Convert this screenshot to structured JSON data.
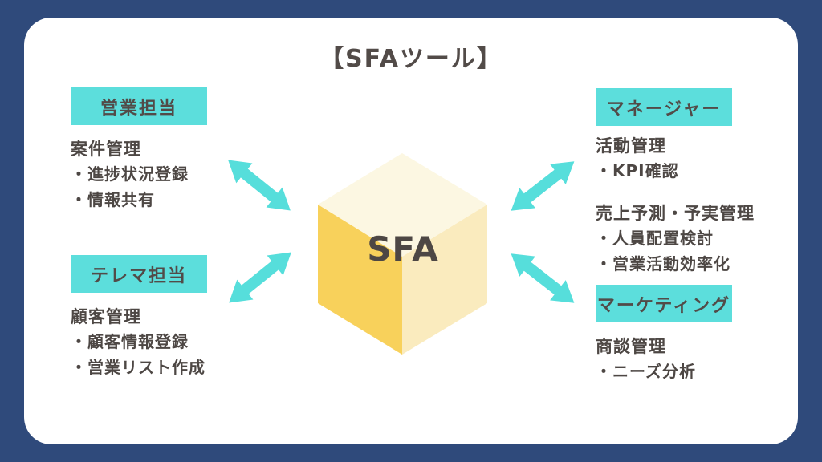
{
  "title": "【SFAツール】",
  "center": {
    "label": "SFA"
  },
  "colors": {
    "background_navy": "#2F4A7B",
    "panel_white": "#FFFFFF",
    "accent_teal": "#5CDEDC",
    "text_dark": "#4D4744",
    "cube_top": "#FCF7E2",
    "cube_left": "#F8D15B",
    "cube_right": "#FAEBBE"
  },
  "groups": [
    {
      "id": "sales",
      "label": "営業担当",
      "sections": [
        {
          "heading": "案件管理",
          "items": [
            "・進捗状況登録",
            "・情報共有"
          ]
        }
      ]
    },
    {
      "id": "telemarketing",
      "label": "テレマ担当",
      "sections": [
        {
          "heading": "顧客管理",
          "items": [
            "・顧客情報登録",
            "・営業リスト作成"
          ]
        }
      ]
    },
    {
      "id": "manager",
      "label": "マネージャー",
      "sections": [
        {
          "heading": "活動管理",
          "items": [
            "・KPI確認"
          ]
        },
        {
          "heading": "売上予測・予実管理",
          "items": [
            "・人員配置検討",
            "・営業活動効率化"
          ]
        }
      ]
    },
    {
      "id": "marketing",
      "label": "マーケティング",
      "sections": [
        {
          "heading": "商談管理",
          "items": [
            "・ニーズ分析"
          ]
        }
      ]
    }
  ]
}
